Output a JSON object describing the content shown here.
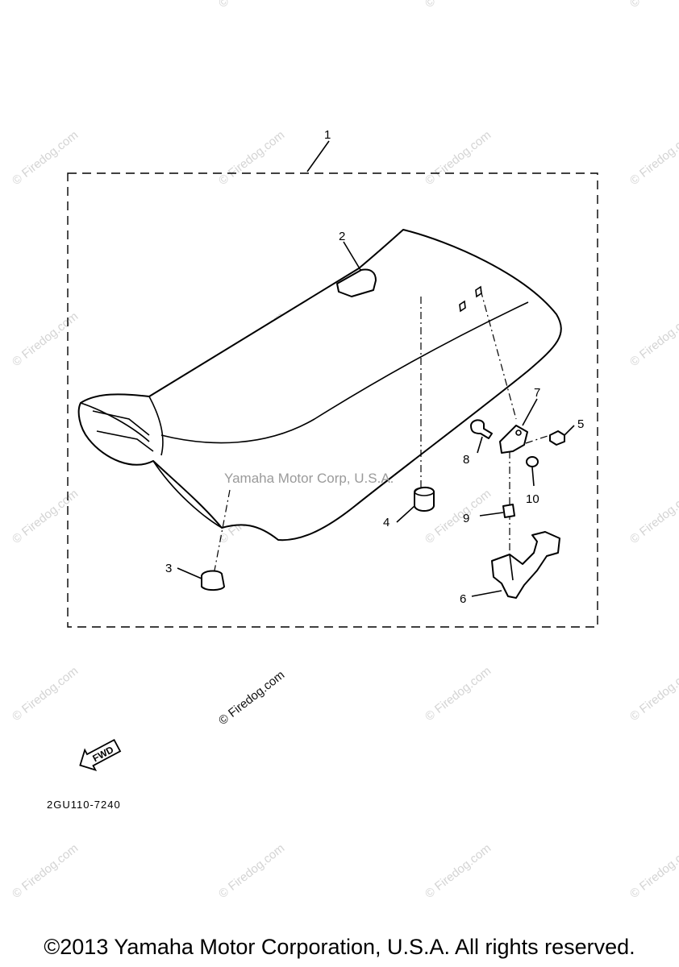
{
  "watermark": {
    "text": "© Firedog.com"
  },
  "corp_label": "Yamaha Motor Corp, U.S.A.",
  "fwd_label": "FWD",
  "diagram_code": "2GU110-7240",
  "copyright": "©2013 Yamaha Motor Corporation, U.S.A. All rights reserved.",
  "callouts": [
    {
      "id": "1",
      "label": "1"
    },
    {
      "id": "2",
      "label": "2"
    },
    {
      "id": "3",
      "label": "3"
    },
    {
      "id": "4",
      "label": "4"
    },
    {
      "id": "5",
      "label": "5"
    },
    {
      "id": "6",
      "label": "6"
    },
    {
      "id": "7",
      "label": "7"
    },
    {
      "id": "8",
      "label": "8"
    },
    {
      "id": "9",
      "label": "9"
    },
    {
      "id": "10",
      "label": "10"
    }
  ]
}
